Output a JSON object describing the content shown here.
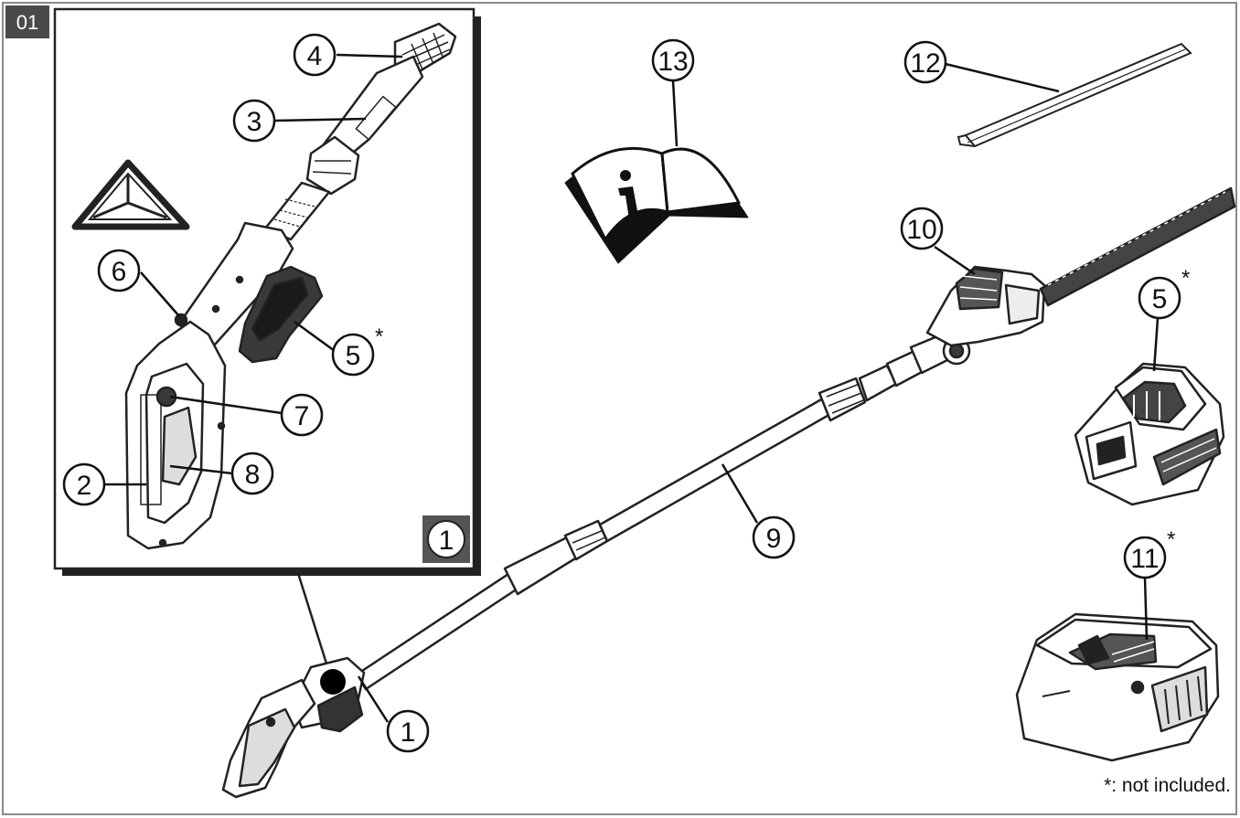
{
  "figure_number": "01",
  "inset": {
    "badge": "1"
  },
  "callouts": [
    {
      "id": "c4",
      "number": "4"
    },
    {
      "id": "c3",
      "number": "3"
    },
    {
      "id": "c6",
      "number": "6"
    },
    {
      "id": "c5a",
      "number": "5",
      "marker": "*"
    },
    {
      "id": "c7",
      "number": "7"
    },
    {
      "id": "c8",
      "number": "8"
    },
    {
      "id": "c2",
      "number": "2"
    },
    {
      "id": "c13",
      "number": "13"
    },
    {
      "id": "c12",
      "number": "12"
    },
    {
      "id": "c10",
      "number": "10"
    },
    {
      "id": "c5b",
      "number": "5",
      "marker": "*"
    },
    {
      "id": "c9",
      "number": "9"
    },
    {
      "id": "c11",
      "number": "11",
      "marker": "*"
    },
    {
      "id": "c1",
      "number": "1"
    }
  ],
  "footnote": "*: not included."
}
